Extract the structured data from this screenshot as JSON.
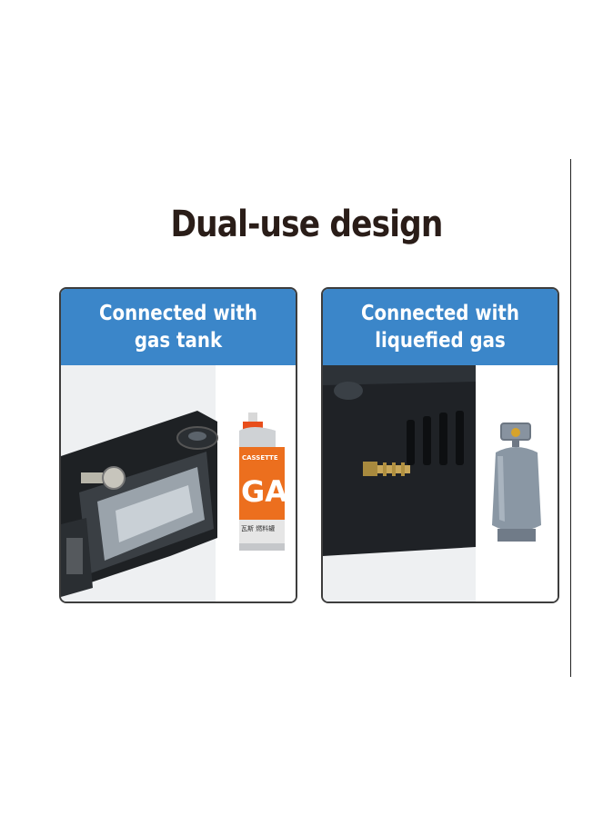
{
  "page": {
    "title": "Dual-use design"
  },
  "cards": [
    {
      "title": "Connected with\ngas tank",
      "canister": {
        "brand": "CASSETTE",
        "big_text": "GAS",
        "small_text": "瓦斯 燃料罐"
      },
      "colors": {
        "canister": "#e8661c",
        "header": "#3b86c9"
      }
    },
    {
      "title": "Connected with\nliquefied gas",
      "colors": {
        "cylinder": "#8a97a4",
        "header": "#3b86c9"
      }
    }
  ]
}
